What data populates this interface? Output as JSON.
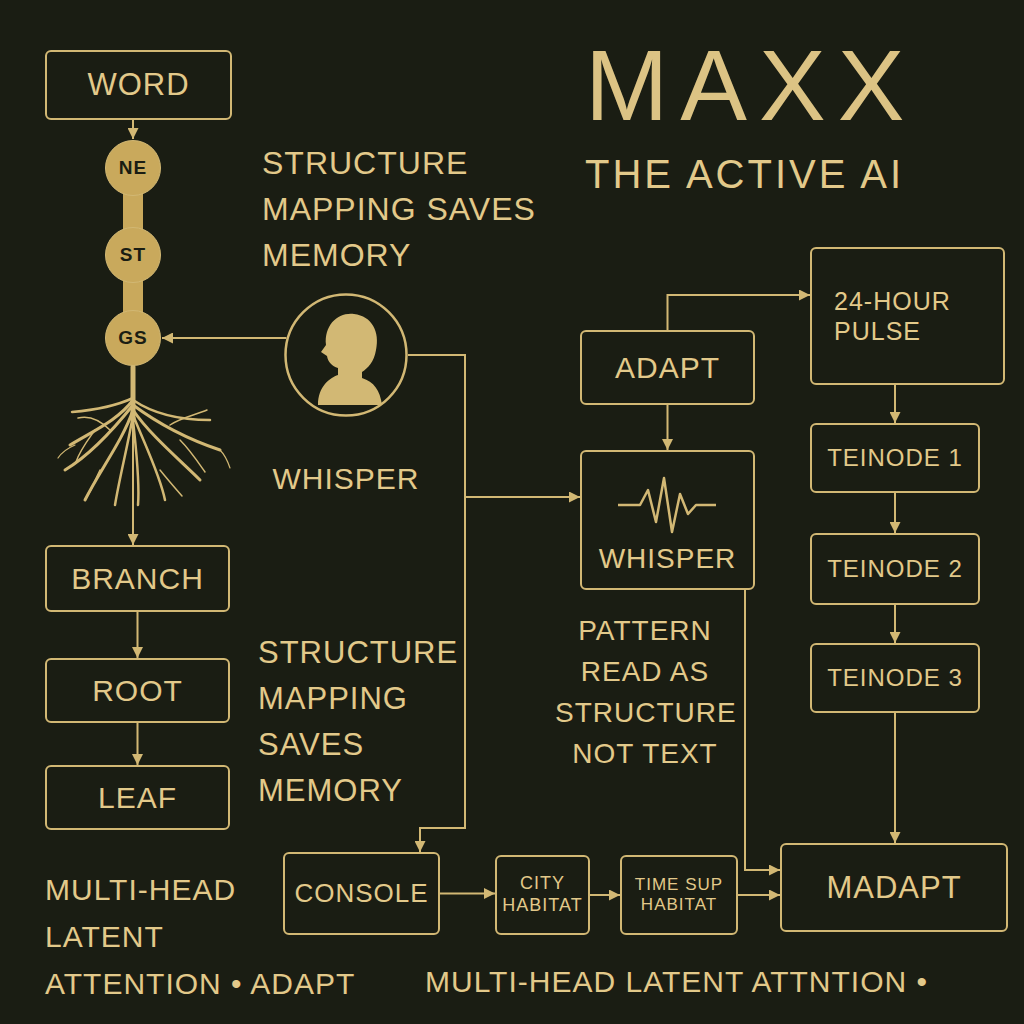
{
  "diagram": {
    "title": "MAXX",
    "nodes": [
      {
        "text": [
          "WORD"
        ]
      },
      {
        "text": [
          "NE"
        ]
      },
      {
        "text": [
          "ST"
        ]
      },
      {
        "text": [
          "GS"
        ]
      },
      {
        "text": [
          "WHISPER"
        ]
      },
      {
        "text": [
          "BRANCH"
        ]
      },
      {
        "text": [
          "ROOT"
        ]
      },
      {
        "text": [
          "LEAF"
        ]
      },
      {
        "text": [
          "ADAPT"
        ]
      },
      {
        "text": [
          "24-HOUR PULSE"
        ]
      },
      {
        "text": [
          "WHISPER"
        ]
      },
      {
        "text": [
          "TEINODE 1"
        ]
      },
      {
        "text": [
          "TEINODE 2"
        ]
      },
      {
        "text": [
          "TEINODE 3"
        ]
      },
      {
        "text": [
          "CONSOLE"
        ]
      },
      {
        "text": [
          "CITY HABITAT"
        ]
      },
      {
        "text": [
          "TIME SUP HABITAT"
        ]
      },
      {
        "text": [
          "MADAPT"
        ]
      }
    ],
    "edges": [
      {
        "from": 0,
        "to": 1,
        "arrow": "to"
      },
      {
        "from": 3,
        "to": 5,
        "arrow": "to"
      },
      {
        "from": 5,
        "to": 6,
        "arrow": "to"
      },
      {
        "from": 6,
        "to": 7,
        "arrow": "to"
      },
      {
        "from": 4,
        "to": 3,
        "arrow": "to"
      },
      {
        "from": 4,
        "to": 10,
        "arrow": "to"
      },
      {
        "from": 4,
        "to": 14,
        "arrow": "to"
      },
      {
        "from": 8,
        "to": 10,
        "arrow": "to"
      },
      {
        "from": 8,
        "to": 9,
        "arrow": "to"
      },
      {
        "from": 9,
        "to": 11,
        "arrow": "to"
      },
      {
        "from": 11,
        "to": 12,
        "arrow": "to"
      },
      {
        "from": 12,
        "to": 13,
        "arrow": "to"
      },
      {
        "from": 13,
        "to": 17,
        "arrow": "to"
      },
      {
        "from": 14,
        "to": 15,
        "arrow": "to"
      },
      {
        "from": 15,
        "to": 16,
        "arrow": "to"
      },
      {
        "from": 16,
        "to": 17,
        "arrow": "to"
      },
      {
        "from": 10,
        "to": 17,
        "arrow": "to"
      }
    ],
    "labels": [
      "THE ACTIVE AI",
      "STRUCTURE MAPPING SAVES MEMORY",
      "STRUCTURE MAPPING SAVES MEMORY",
      "PATTERN READ AS STRUCTURE NOT TEXT",
      "MULTI-HEAD LATENT ATTENTION • ADAPT",
      "MULTI-HEAD LATENT ATTNTION •"
    ]
  }
}
